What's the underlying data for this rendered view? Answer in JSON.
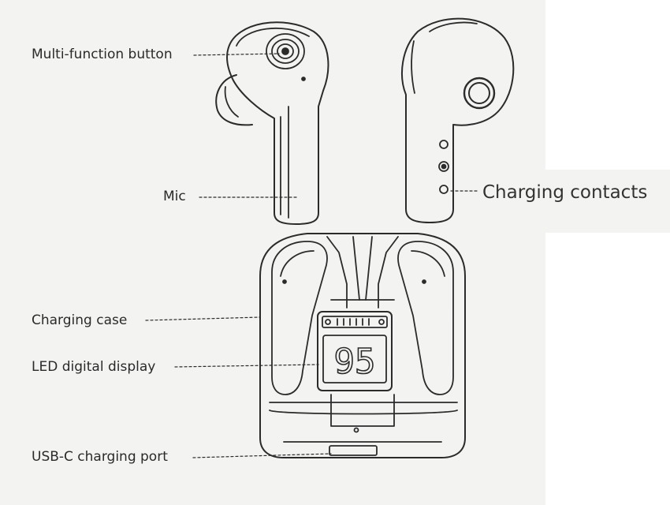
{
  "labels": {
    "multi_function_button": "Multi-function button",
    "mic": "Mic",
    "charging_contacts": "Charging contacts",
    "charging_case": "Charging case",
    "led_digital_display": "LED digital display",
    "usb_c_charging_port": "USB-C charging port"
  },
  "display": {
    "battery_reading": "95"
  },
  "colors": {
    "line": "#2b2b2b",
    "background": "#f3f3f2",
    "text": "#2a2a2a"
  }
}
